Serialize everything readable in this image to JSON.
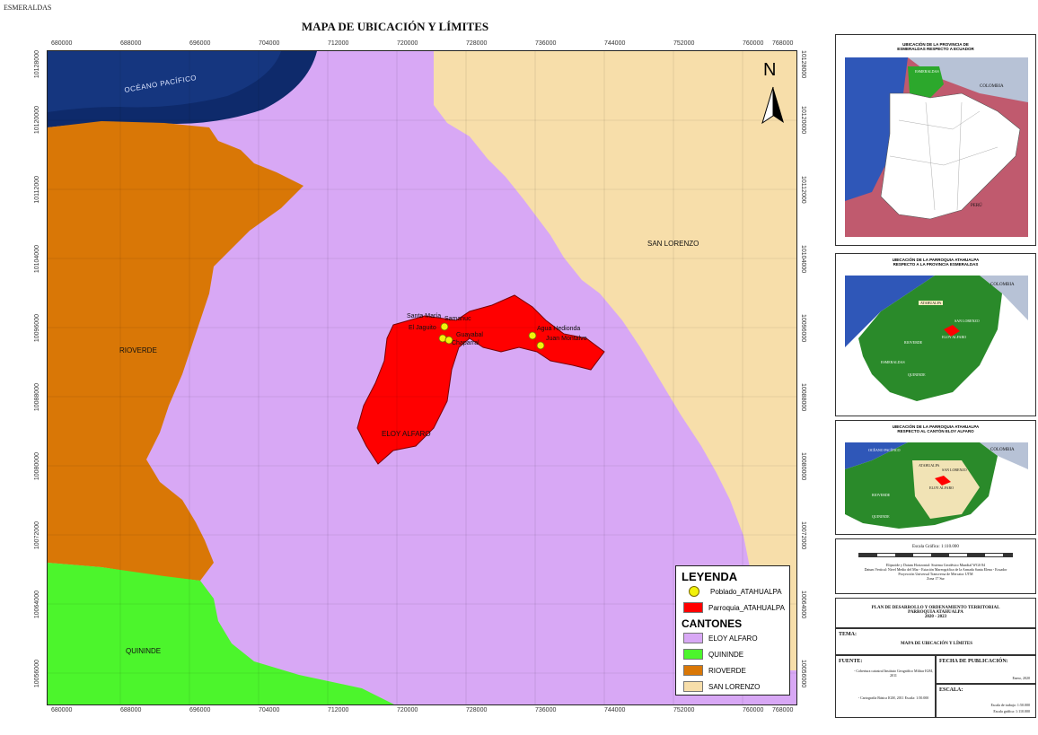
{
  "header": {
    "corner": "ESMERALDAS",
    "title": "MAPA DE UBICACIÓN Y LÍMITES"
  },
  "axes": {
    "x_ticks": [
      "680000",
      "688000",
      "696000",
      "704000",
      "712000",
      "720000",
      "728000",
      "736000",
      "744000",
      "752000",
      "760000",
      "768000"
    ],
    "y_ticks": [
      "10128000",
      "10120000",
      "10112000",
      "10104000",
      "10096000",
      "10088000",
      "10080000",
      "10072000",
      "10064000",
      "10056000"
    ]
  },
  "map": {
    "ocean_label": "OCÉANO PACÍFICO",
    "north_label": "N",
    "cantons": [
      "RIOVERDE",
      "SAN LORENZO",
      "ELOY ALFARO",
      "QUININDE"
    ],
    "places": [
      "Santa María",
      "Samanuc",
      "El Jaguito",
      "Guayabal",
      "Chaparral",
      "Agua Hedionda",
      "Juan Montalvo"
    ]
  },
  "legend": {
    "title": "LEYENDA",
    "items": [
      {
        "label": "Poblado_ATAHUALPA",
        "color": "#f2f20a"
      },
      {
        "label": "Parroquia_ATAHUALPA",
        "color": "#ff0000"
      }
    ],
    "cantones_title": "CANTONES",
    "cantones": [
      {
        "label": "ELOY ALFARO",
        "color": "#d8a8f5"
      },
      {
        "label": "QUININDE",
        "color": "#4cf52c"
      },
      {
        "label": "RIOVERDE",
        "color": "#d97706"
      },
      {
        "label": "SAN LORENZO",
        "color": "#f7deaa"
      }
    ]
  },
  "insets": {
    "i1_title": "UBICACIÓN DE LA PROVINCIA DE ESMERALDAS RESPECTO A ECUADOR",
    "i1_labels": [
      "ESMERALDAS",
      "COLOMBIA",
      "PERÚ"
    ],
    "i2_title": "UBICACIÓN DE LA PARROQUIA ATAHUALPA RESPECTO A LA PROVINCIA ESMERALDAS",
    "i2_labels": [
      "COLOMBIA",
      "ATAHUALPA",
      "SAN LORENZO",
      "ELOY ALFARO",
      "RIOVERDE",
      "ESMERALDAS",
      "QUININDE"
    ],
    "i3_title": "UBICACIÓN DE LA PARROQUIA ATAHUALPA RESPECTO AL CANTÓN ELOY ALFARO",
    "i3_labels": [
      "OCÉANO PACÍFICO",
      "COLOMBIA",
      "ATAHUALPA",
      "SAN LORENZO",
      "ELOY ALFARO",
      "RIOVERDE",
      "QUININDE"
    ]
  },
  "scale_box": {
    "scale": "Escala Gráfica: 1:110.000",
    "datum1": "Elipsoide y Datum Horizontal: Sistema Geodésico Mundial WGS 84",
    "datum2": "Datum Vertical: Nivel Medio del Mar - Estación Mareográfica de la Armada Santa Elena - Ecuador",
    "datum3": "Proyección Universal Transversa de Mercator UTM",
    "datum4": "Zona 17 Sur"
  },
  "title_block": {
    "plan": "PLAN DE DESARROLLO Y ORDENAMIENTO TERRITORIAL",
    "parish": "PARROQUIA ATAHUALPA",
    "period": "2020 - 2023",
    "tema_label": "TEMA:",
    "tema": "MAPA DE UBICACIÓN Y LÍMITES",
    "fuente_label": "FUENTE:",
    "fuente1": "- Cobertura catastral Instituto Geográfico Militar IGM, 2011",
    "fuente2": "- Cartografía Básica IGM, 2011 Escala: 1:50.000",
    "fecha_label": "FECHA DE PUBLICACIÓN:",
    "fecha": "Enero, 2020",
    "escala_label": "ESCALA:",
    "escala1": "Escala de trabajo: 1:50.000",
    "escala2": "Escala gráfica: 1:110.000"
  }
}
